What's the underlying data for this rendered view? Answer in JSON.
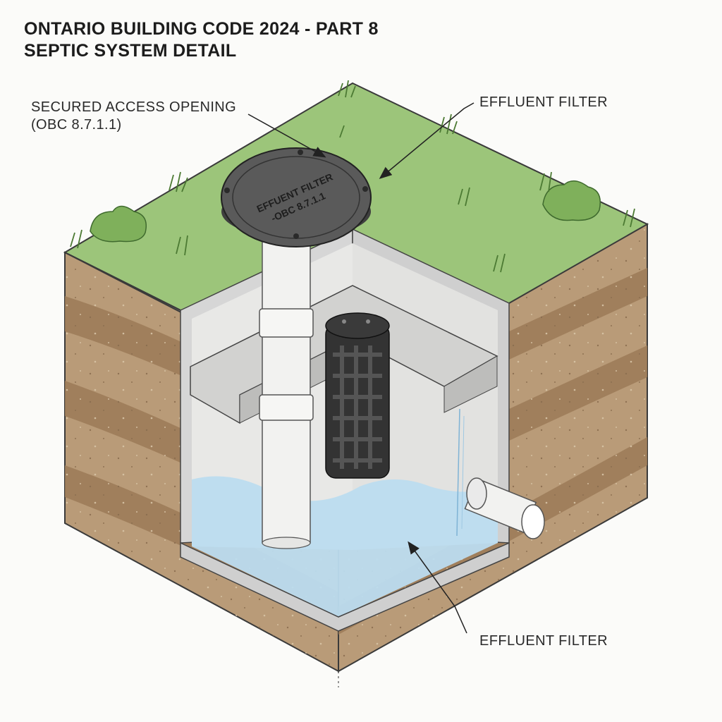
{
  "title": {
    "line1": "ONTARIO BUILDING CODE 2024 - PART 8",
    "line2": "SEPTIC SYSTEM DETAIL"
  },
  "callouts": {
    "access_opening": {
      "line1": "SECURED ACCESS OPENING",
      "line2": "(OBC 8.7.1.1)"
    },
    "filter_top": "EFFLUENT FILTER",
    "filter_bottom": "EFFLUENT FILTER"
  },
  "lid": {
    "line1": "EFFUENT FILTER",
    "line2": "-OBC 8.7.1.1"
  },
  "colors": {
    "grass": "#9cc57a",
    "soil_light": "#b89a78",
    "soil_dark": "#9a7a58",
    "concrete": "#dcdcdc",
    "water": "#bcdcef",
    "lid": "#555555",
    "filter": "#333333"
  }
}
